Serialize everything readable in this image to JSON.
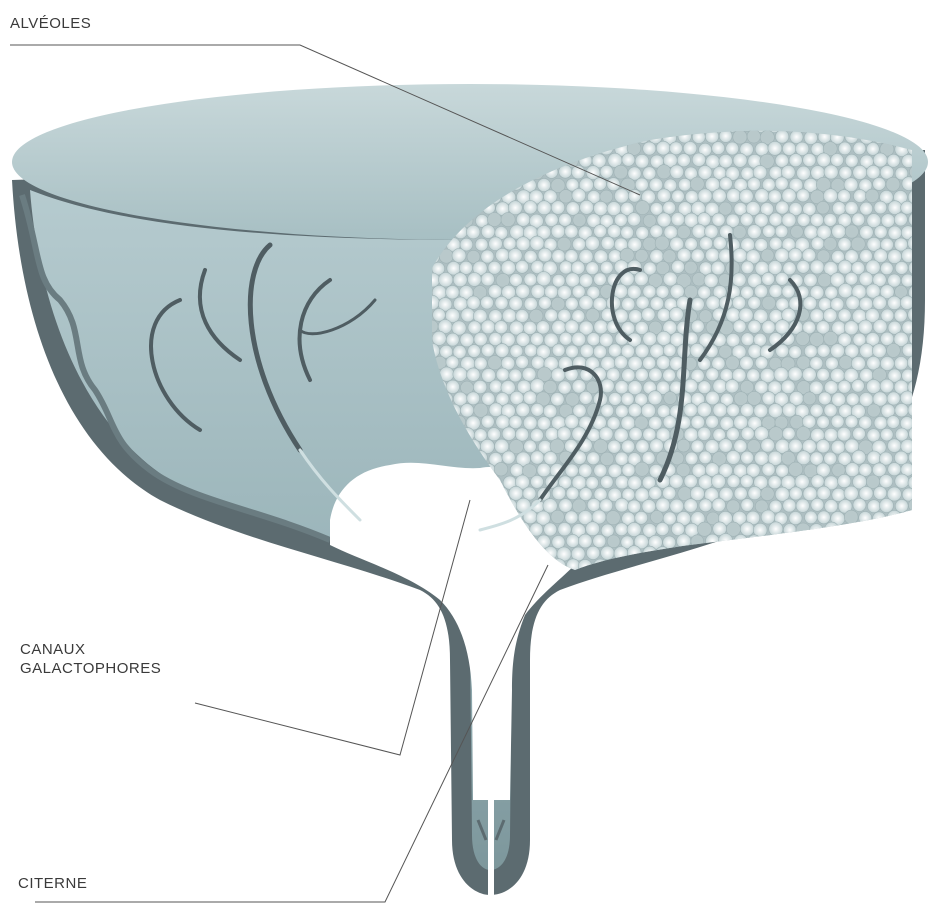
{
  "labels": {
    "alveoles": "ALVÉOLES",
    "canaux_line1": "CANAUX",
    "canaux_line2": "GALACTOPHORES",
    "citerne": "CITERNE"
  },
  "colors": {
    "background": "#ffffff",
    "udder_fill_top": "#a9c3c7",
    "udder_fill_bottom": "#7f9ca1",
    "wall": "#5c6b70",
    "wall_light": "#8a9a9e",
    "alveoli": "#e4eeee",
    "alveoli_shadow": "#b9c9cb",
    "cistern": "#ffffff",
    "duct": "#4f5d62",
    "leader_line": "#555555",
    "label_text": "#3a3a3a"
  },
  "icons": {
    "udder": "udder-cross-section-illustration"
  }
}
